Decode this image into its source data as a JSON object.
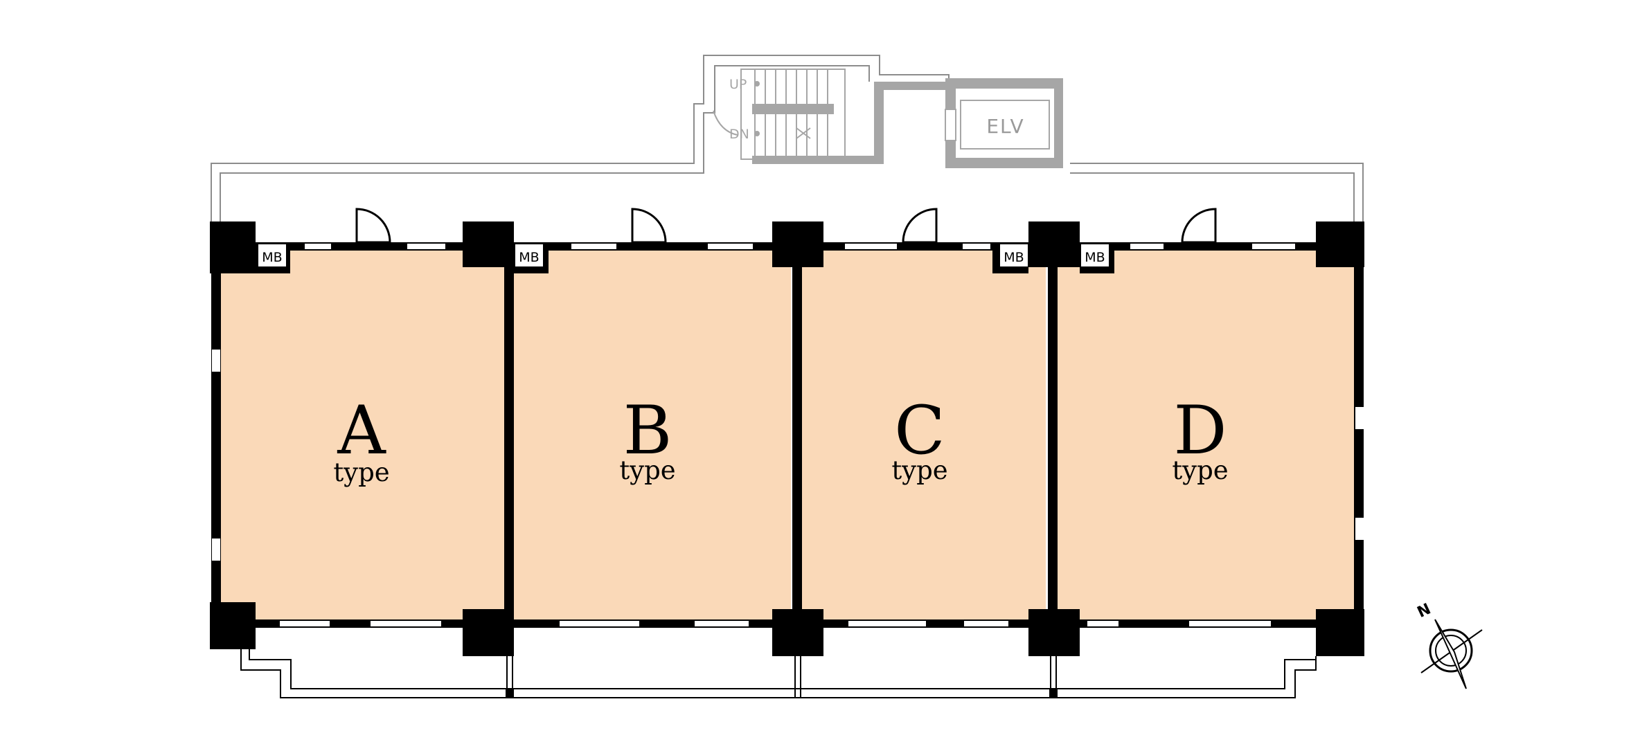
{
  "units": [
    {
      "letter": "A",
      "label": "type",
      "mb": "MB"
    },
    {
      "letter": "B",
      "label": "type",
      "mb": "MB"
    },
    {
      "letter": "C",
      "label": "type",
      "mb": "MB"
    },
    {
      "letter": "D",
      "label": "type",
      "mb": "MB"
    }
  ],
  "stairs": {
    "up_label": "UP",
    "down_label": "DN"
  },
  "elevator": {
    "label": "ELV"
  },
  "compass": {
    "label": "N"
  },
  "colors": {
    "room_fill": "#fad9b8",
    "wall": "#000000",
    "core_gray": "#a6a6a6",
    "outline": "#8c8c8c"
  }
}
